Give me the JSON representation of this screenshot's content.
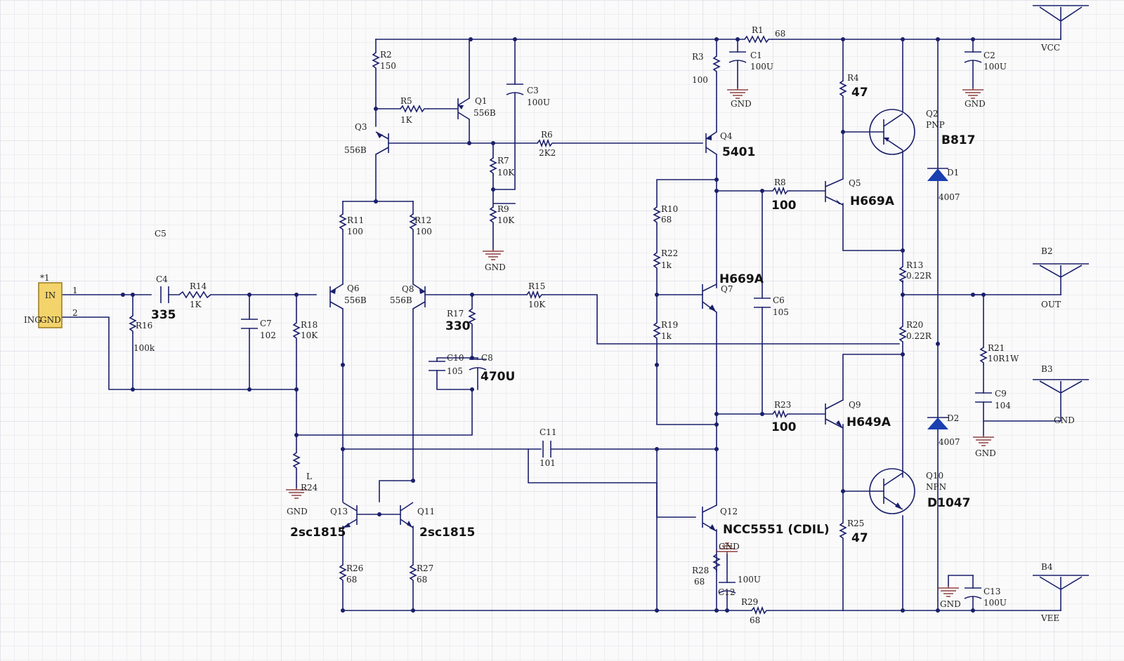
{
  "grid": {
    "minor": "#e4e4ec",
    "major": "#cfd0dd"
  },
  "colors": {
    "wire": "#1a1f6b",
    "body": "#7a1f1f",
    "connector_fill": "#f3d36b",
    "connector_stroke": "#9a7a1c",
    "diode": "#1a3fb0"
  },
  "labels": {
    "r1": "R1",
    "r1v": "68",
    "r2": "R2",
    "r2v": "150",
    "r3": "R3",
    "r3v": "100",
    "r4": "R4",
    "r4v": "47",
    "r5": "R5",
    "r5v": "1K",
    "r6": "R6",
    "r6v": "2K2",
    "r7": "R7",
    "r7v": "10K",
    "r8": "R8",
    "r8v": "100",
    "r9": "R9",
    "r9v": "10K",
    "r10": "R10",
    "r10v": "68",
    "r11": "R11",
    "r11v": "100",
    "r12": "R12",
    "r12v": "100",
    "r13": "R13",
    "r13v": "0.22R",
    "r14": "R14",
    "r14v": "1K",
    "r15": "R15",
    "r15v": "10K",
    "r16": "R16",
    "r16v": "100k",
    "r17": "R17",
    "r17v": "330",
    "r18": "R18",
    "r18v": "10K",
    "r19": "R19",
    "r19v": "1k",
    "r20": "R20",
    "r20v": "0.22R",
    "r21": "R21",
    "r21v": "10R1W",
    "r22": "R22",
    "r22v": "1k",
    "r23": "R23",
    "r23v": "100",
    "r24": "R24",
    "r24v": "L",
    "r25": "R25",
    "r25v": "47",
    "r26": "R26",
    "r26v": "68",
    "r27": "R27",
    "r27v": "68",
    "r28": "R28",
    "r28v": "68",
    "r29": "R29",
    "r29v": "68",
    "c1": "C1",
    "c1v": "100U",
    "c2": "C2",
    "c2v": "100U",
    "c3": "C3",
    "c3v": "100U",
    "c4": "C4",
    "c4v": "335",
    "c5": "C5",
    "c6": "C6",
    "c6v": "105",
    "c7": "C7",
    "c7v": "102",
    "c8": "C8",
    "c8v": "470U",
    "c9": "C9",
    "c9v": "104",
    "c10": "C10",
    "c10v": "105",
    "c11": "C11",
    "c11v": "101",
    "c12": "C12",
    "c12v": "100U",
    "c13": "C13",
    "c13v": "100U",
    "q1": "Q1",
    "q1v": "556B",
    "q2": "Q2",
    "q2t": "PNP",
    "q2v": "B817",
    "q3": "Q3",
    "q3v": "556B",
    "q4": "Q4",
    "q4v": "5401",
    "q5": "Q5",
    "q5v": "H669A",
    "q6": "Q6",
    "q6v": "556B",
    "q7": "Q7",
    "q7v": "H669A",
    "q8": "Q8",
    "q8v": "556B",
    "q9": "Q9",
    "q9v": "H649A",
    "q10": "Q10",
    "q10t": "NPN",
    "q10v": "D1047",
    "q11": "Q11",
    "q11v": "2sc1815",
    "q12": "Q12",
    "q12v": "NCC5551 (CDIL)",
    "q13": "Q13",
    "q13v": "2sc1815",
    "d1": "D1",
    "d1v": "4007",
    "d2": "D2",
    "d2v": "4007",
    "conn_ref": "*1",
    "conn_in": "IN",
    "conn_gnd": "GND",
    "conn_ing": "ING",
    "pin1": "1",
    "pin2": "2",
    "gnd": "GND",
    "vcc": "VCC",
    "vee": "VEE",
    "out": "OUT",
    "gnd_port": "GND",
    "b2": "B2",
    "b3": "B3",
    "b4": "B4"
  }
}
